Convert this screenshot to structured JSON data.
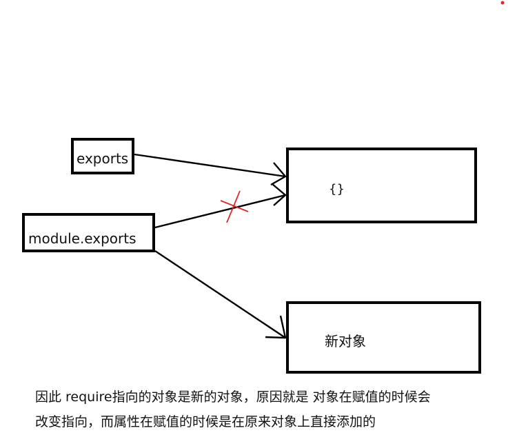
{
  "diagram": {
    "nodes": {
      "exports": {
        "label": "exports"
      },
      "module_exports": {
        "label": "module.exports"
      },
      "empty_object": {
        "label": "{}"
      },
      "new_object": {
        "label": "新对象"
      }
    },
    "edges": [
      {
        "from": "exports",
        "to": "empty_object",
        "broken": false
      },
      {
        "from": "module_exports",
        "to": "empty_object",
        "broken": true
      },
      {
        "from": "module_exports",
        "to": "new_object",
        "broken": false
      }
    ],
    "colors": {
      "stroke": "#000000",
      "cross_mark": "#e0262b",
      "dot": "#e0262b"
    }
  },
  "caption": {
    "line1": "因此 require指向的对象是新的对象，原因就是 对象在赋值的时候会",
    "line2": "改变指向，而属性在赋值的时候是在原来对象上直接添加的"
  }
}
